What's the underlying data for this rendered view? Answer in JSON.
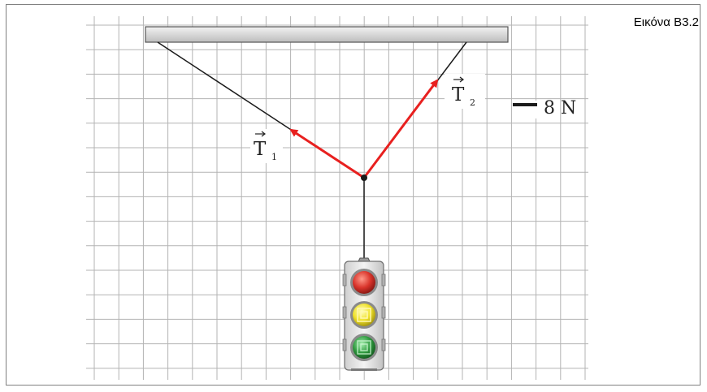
{
  "figure": {
    "caption": "Εικόνα Β3.2",
    "scale_value": "8 N",
    "tension_1": {
      "symbol": "T",
      "subscript": "1"
    },
    "tension_2": {
      "symbol": "T",
      "subscript": "2"
    }
  },
  "colors": {
    "vector": "#e8201f",
    "grid": "#b3b3b3",
    "rope": "#1a1a1a",
    "beam": "#d6d6d6",
    "light_red": "#d9342b",
    "light_yellow": "#efe12a",
    "light_green": "#2f9a3f"
  },
  "icons": [
    "beam",
    "traffic-light",
    "knot-point"
  ]
}
